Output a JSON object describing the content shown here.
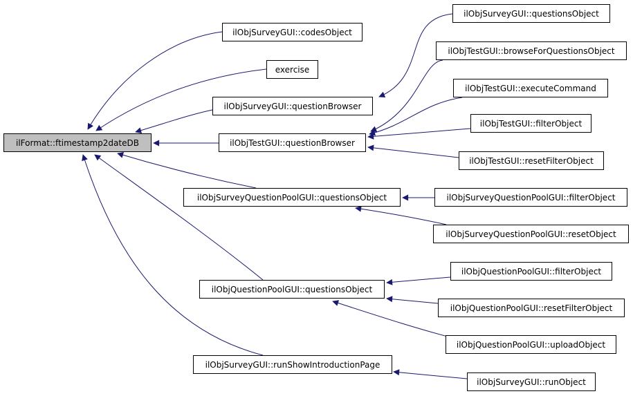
{
  "graph": {
    "edge_color": "#191970",
    "root_fill": "#bfbfbf",
    "nodes": [
      {
        "id": "ftimestamp2dateDB",
        "label": "ilFormat::ftimestamp2dateDB",
        "root": true
      },
      {
        "id": "survey_codesObject",
        "label": "ilObjSurveyGUI::codesObject"
      },
      {
        "id": "exercise",
        "label": "exercise"
      },
      {
        "id": "survey_questionBrowser",
        "label": "ilObjSurveyGUI::questionBrowser"
      },
      {
        "id": "test_questionBrowser",
        "label": "ilObjTestGUI::questionBrowser"
      },
      {
        "id": "sqp_questionsObject",
        "label": "ilObjSurveyQuestionPoolGUI::questionsObject"
      },
      {
        "id": "qp_questionsObject",
        "label": "ilObjQuestionPoolGUI::questionsObject"
      },
      {
        "id": "survey_runShowIntroductionPage",
        "label": "ilObjSurveyGUI::runShowIntroductionPage"
      },
      {
        "id": "survey_questionsObject",
        "label": "ilObjSurveyGUI::questionsObject"
      },
      {
        "id": "test_browseForQuestionsObject",
        "label": "ilObjTestGUI::browseForQuestionsObject"
      },
      {
        "id": "test_executeCommand",
        "label": "ilObjTestGUI::executeCommand"
      },
      {
        "id": "test_filterObject",
        "label": "ilObjTestGUI::filterObject"
      },
      {
        "id": "test_resetFilterObject",
        "label": "ilObjTestGUI::resetFilterObject"
      },
      {
        "id": "sqp_filterObject",
        "label": "ilObjSurveyQuestionPoolGUI::filterObject"
      },
      {
        "id": "sqp_resetObject",
        "label": "ilObjSurveyQuestionPoolGUI::resetObject"
      },
      {
        "id": "qp_filterObject",
        "label": "ilObjQuestionPoolGUI::filterObject"
      },
      {
        "id": "qp_resetFilterObject",
        "label": "ilObjQuestionPoolGUI::resetFilterObject"
      },
      {
        "id": "qp_uploadObject",
        "label": "ilObjQuestionPoolGUI::uploadObject"
      },
      {
        "id": "survey_runObject",
        "label": "ilObjSurveyGUI::runObject"
      }
    ],
    "edges": [
      {
        "from": "survey_codesObject",
        "to": "ftimestamp2dateDB"
      },
      {
        "from": "exercise",
        "to": "ftimestamp2dateDB"
      },
      {
        "from": "survey_questionBrowser",
        "to": "ftimestamp2dateDB"
      },
      {
        "from": "test_questionBrowser",
        "to": "ftimestamp2dateDB"
      },
      {
        "from": "sqp_questionsObject",
        "to": "ftimestamp2dateDB"
      },
      {
        "from": "qp_questionsObject",
        "to": "ftimestamp2dateDB"
      },
      {
        "from": "survey_runShowIntroductionPage",
        "to": "ftimestamp2dateDB"
      },
      {
        "from": "survey_questionsObject",
        "to": "survey_questionBrowser"
      },
      {
        "from": "test_browseForQuestionsObject",
        "to": "test_questionBrowser"
      },
      {
        "from": "test_executeCommand",
        "to": "test_questionBrowser"
      },
      {
        "from": "test_filterObject",
        "to": "test_questionBrowser"
      },
      {
        "from": "test_resetFilterObject",
        "to": "test_questionBrowser"
      },
      {
        "from": "sqp_filterObject",
        "to": "sqp_questionsObject"
      },
      {
        "from": "sqp_resetObject",
        "to": "sqp_questionsObject"
      },
      {
        "from": "qp_filterObject",
        "to": "qp_questionsObject"
      },
      {
        "from": "qp_resetFilterObject",
        "to": "qp_questionsObject"
      },
      {
        "from": "qp_uploadObject",
        "to": "qp_questionsObject"
      },
      {
        "from": "survey_runObject",
        "to": "survey_runShowIntroductionPage"
      }
    ]
  }
}
